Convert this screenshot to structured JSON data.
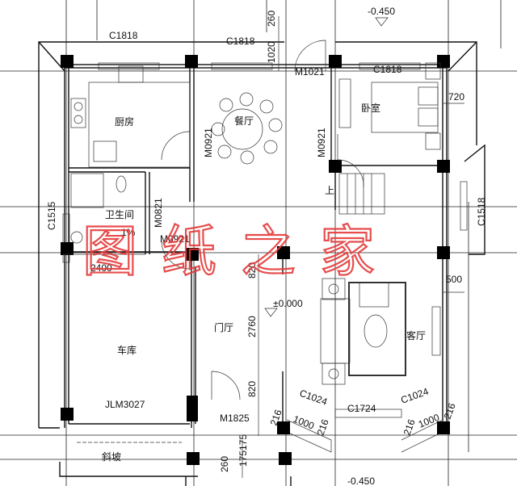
{
  "plan": {
    "windows": {
      "kitchen_top": "C1818",
      "dining_top": "C1818",
      "bedroom_top": "C1818",
      "bath_left": "C1515",
      "stair_right": "C1518",
      "bay_left": "C1024",
      "bay_center": "C1724",
      "bay_right": "C1024"
    },
    "doors": {
      "entry_top": "M1021",
      "kitchen": "M0921",
      "bedroom": "M0921",
      "bath": "M0821",
      "garage_inner": "M0921",
      "garage": "JLM3027",
      "front": "M1825"
    },
    "rooms": {
      "kitchen": "厨房",
      "dining": "餐厅",
      "bedroom": "卧室",
      "bath": "卫生间",
      "garage": "车库",
      "foyer": "门厅",
      "living": "客厅"
    },
    "dimensions": {
      "d260_top": "260",
      "d1020": "1020",
      "d720": "720",
      "d2400": "2400",
      "d500": "500",
      "d820_top": "820",
      "d2760": "2760",
      "d820_bottom": "820",
      "d216_a": "216",
      "d1000_a": "1000",
      "d216_b": "216",
      "d216_c": "216",
      "d1000_b": "1000",
      "d216_d": "216",
      "d175_a": "175",
      "d175_b": "175",
      "d260_bottom": "260"
    },
    "levels": {
      "top": "-0.450",
      "floor": "±0.000",
      "bottom": "-0.450"
    },
    "annotations": {
      "up": "上",
      "slope_pct": "1%",
      "ramp": "斜坡"
    },
    "watermark": "图纸之家",
    "colors": {
      "line": "#111111",
      "watermark": "#e53a3a"
    }
  }
}
